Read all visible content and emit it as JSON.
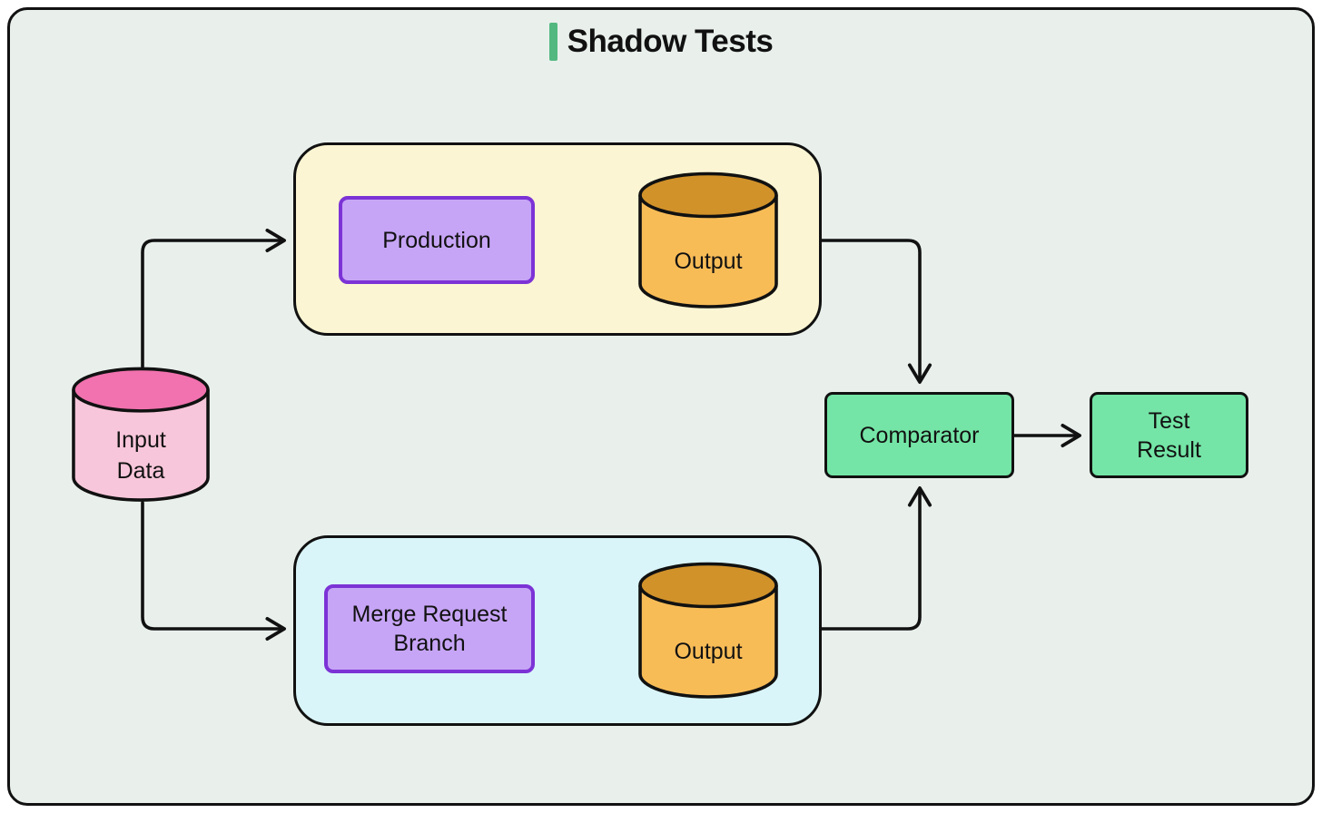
{
  "title": {
    "text": "Shadow Tests",
    "accent_color": "#53b880"
  },
  "canvas": {
    "outer_background": "#ffffff",
    "frame_fill": "#e9f0ec",
    "frame_border": "#111111",
    "line_color": "#111111"
  },
  "groups": {
    "production_pipeline": {
      "fill": "#fbf5d3",
      "border": "#111111"
    },
    "merge_pipeline": {
      "fill": "#d9f5f9",
      "border": "#111111"
    }
  },
  "nodes": {
    "input_data": {
      "label": "Input Data",
      "shape": "cylinder",
      "body_color": "#f8c6da",
      "top_color": "#f172ae"
    },
    "production": {
      "label": "Production",
      "shape": "box",
      "fill": "#c7a5f6",
      "border": "#7c33d6"
    },
    "production_output": {
      "label": "Output",
      "shape": "cylinder",
      "body_color": "#f8bc57",
      "top_color": "#d1922a"
    },
    "merge_request_branch": {
      "label": "Merge Request Branch",
      "shape": "box",
      "fill": "#c7a5f6",
      "border": "#7c33d6"
    },
    "merge_output": {
      "label": "Output",
      "shape": "cylinder",
      "body_color": "#f8bc57",
      "top_color": "#d1922a"
    },
    "comparator": {
      "label": "Comparator",
      "shape": "box",
      "fill": "#74e5a6",
      "border": "#111111"
    },
    "test_result": {
      "label": "Test Result",
      "shape": "box",
      "fill": "#74e5a6",
      "border": "#111111"
    }
  },
  "edges": [
    {
      "from": "input_data",
      "to": "production_pipeline"
    },
    {
      "from": "input_data",
      "to": "merge_pipeline"
    },
    {
      "from": "production",
      "to": "production_output"
    },
    {
      "from": "merge_request_branch",
      "to": "merge_output"
    },
    {
      "from": "production_pipeline",
      "to": "comparator"
    },
    {
      "from": "merge_pipeline",
      "to": "comparator"
    },
    {
      "from": "comparator",
      "to": "test_result"
    }
  ]
}
